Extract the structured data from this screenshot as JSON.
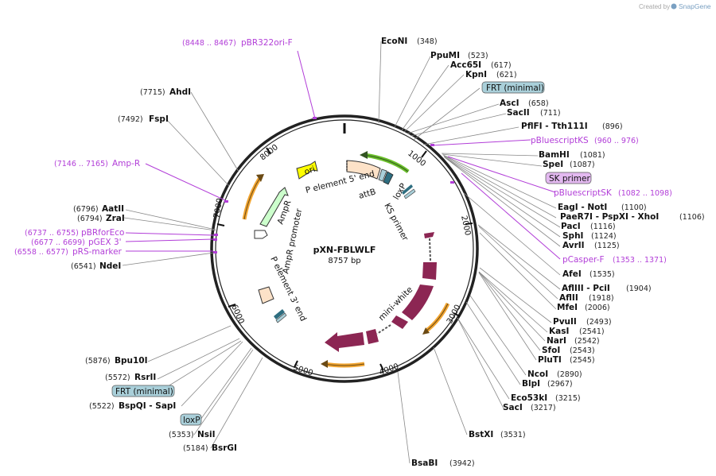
{
  "credit": {
    "prefix": "Created by",
    "brand": "SnapGene"
  },
  "plasmid": {
    "name": "pXN-FBLWLF",
    "length": "8757 bp"
  },
  "ticks": [
    "1000",
    "2000",
    "3000",
    "4000",
    "5000",
    "6000",
    "7000",
    "8000"
  ],
  "enzymes": [
    {
      "name": "EcoNI",
      "pos": "(348)"
    },
    {
      "name": "PpuMI",
      "pos": "(523)"
    },
    {
      "name": "Acc65I",
      "pos": "(617)"
    },
    {
      "name": "KpnI",
      "pos": "(621)"
    },
    {
      "name": "AscI",
      "pos": "(658)"
    },
    {
      "name": "SacII",
      "pos": "(711)"
    },
    {
      "name": "PflFI  - Tth111I",
      "pos": "(896)"
    },
    {
      "name": "BamHI",
      "pos": "(1081)"
    },
    {
      "name": "SpeI",
      "pos": "(1087)"
    },
    {
      "name": "EagI  - NotI",
      "pos": "(1100)"
    },
    {
      "name": "PaeR7I  - PspXI  - XhoI",
      "pos": "(1106)"
    },
    {
      "name": "PacI",
      "pos": "(1116)"
    },
    {
      "name": "SphI",
      "pos": "(1124)"
    },
    {
      "name": "AvrII",
      "pos": "(1125)"
    },
    {
      "name": "AfeI",
      "pos": "(1535)"
    },
    {
      "name": "AflIII  - PciI",
      "pos": "(1904)"
    },
    {
      "name": "AflII",
      "pos": "(1918)"
    },
    {
      "name": "MfeI",
      "pos": "(2006)"
    },
    {
      "name": "PvuII",
      "pos": "(2493)"
    },
    {
      "name": "KasI",
      "pos": "(2541)"
    },
    {
      "name": "NarI",
      "pos": "(2542)"
    },
    {
      "name": "SfoI",
      "pos": "(2543)"
    },
    {
      "name": "PluTI",
      "pos": "(2545)"
    },
    {
      "name": "NcoI",
      "pos": "(2890)"
    },
    {
      "name": "BlpI",
      "pos": "(2967)"
    },
    {
      "name": "Eco53kI",
      "pos": "(3215)"
    },
    {
      "name": "SacI",
      "pos": "(3217)"
    },
    {
      "name": "BstXI",
      "pos": "(3531)"
    },
    {
      "name": "BsaBI",
      "pos": "(3942)"
    },
    {
      "name": "BsrGI",
      "pos": "(5184)"
    },
    {
      "name": "NsiI",
      "pos": "(5353)"
    },
    {
      "name": "BspQI  - SapI",
      "pos": "(5522)"
    },
    {
      "name": "RsrII",
      "pos": "(5572)"
    },
    {
      "name": "Bpu10I",
      "pos": "(5876)"
    },
    {
      "name": "NdeI",
      "pos": "(6541)"
    },
    {
      "name": "ZraI",
      "pos": "(6794)"
    },
    {
      "name": "AatII",
      "pos": "(6796)"
    },
    {
      "name": "FspI",
      "pos": "(7492)"
    },
    {
      "name": "AhdI",
      "pos": "(7715)"
    }
  ],
  "primers": [
    {
      "name": "pBR322ori-F",
      "pos": "(8448 .. 8467)"
    },
    {
      "name": "pBluescriptKS",
      "pos": "(960 .. 976)"
    },
    {
      "name": "pBluescriptSK",
      "pos": "(1082 .. 1098)"
    },
    {
      "name": "pCasper-F",
      "pos": "(1353 .. 1371)"
    },
    {
      "name": "Amp-R",
      "pos": "(7146 .. 7165)"
    },
    {
      "name": "pBRforEco",
      "pos": "(6737 .. 6755)"
    },
    {
      "name": "pGEX 3'",
      "pos": "(6677 .. 6699)"
    },
    {
      "name": "pRS-marker",
      "pos": "(6558 .. 6577)"
    }
  ],
  "boxed": [
    {
      "name": "FRT (minimal)",
      "color": "#a9cfd9"
    },
    {
      "name": "SK primer",
      "color": "#e3b9f0"
    },
    {
      "name": "FRT (minimal)",
      "color": "#a9cfd9"
    },
    {
      "name": "loxP",
      "color": "#a9cfd9"
    }
  ],
  "features": {
    "ori": "ori",
    "p5": "P element 5' end",
    "attb": "attB",
    "loxp": "loxP",
    "ks": "KS primer",
    "ampr": "AmpR",
    "amprprom": "AmpR promoter",
    "p3": "P element 3' end",
    "white": "mini-white"
  },
  "colors": {
    "ori": "#ffff00",
    "p5": "#fde2c8",
    "white": "#8c2653",
    "ampr": "#ccffcc",
    "promoter": "#ffffff",
    "attb": "#2e6e80",
    "orange_arrow": "#f2a531",
    "green_arrow": "#6abf2a",
    "primer": "#b23ed8"
  }
}
